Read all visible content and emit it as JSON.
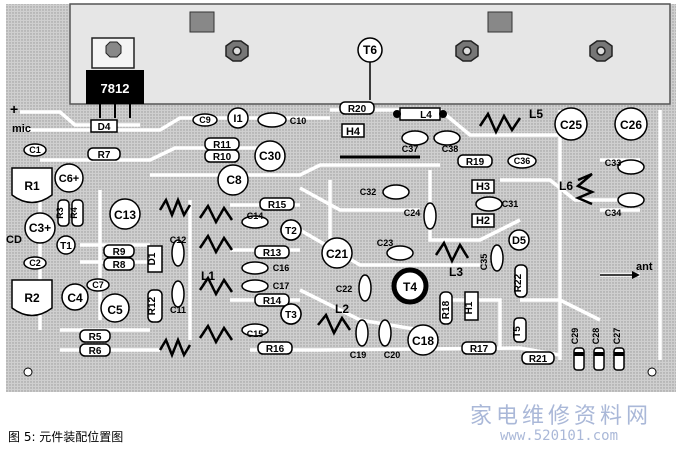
{
  "caption": "图 5: 元件装配位置图",
  "watermark": {
    "site_name": "家电维修资料网",
    "url": "www.520101.com"
  },
  "board": {
    "regulator": "7812",
    "labels": {
      "plus": "+",
      "mic": "mic",
      "cd": "CD",
      "ant": "ant"
    },
    "parts": [
      {
        "id": "d4",
        "text": "D4"
      },
      {
        "id": "c1",
        "text": "C1"
      },
      {
        "id": "r7",
        "text": "R7"
      },
      {
        "id": "r1",
        "text": "R1"
      },
      {
        "id": "c6",
        "text": "C6+"
      },
      {
        "id": "r3",
        "text": "R3"
      },
      {
        "id": "r4",
        "text": "R4"
      },
      {
        "id": "c3",
        "text": "C3+"
      },
      {
        "id": "t1",
        "text": "T1"
      },
      {
        "id": "c2",
        "text": "C2"
      },
      {
        "id": "r2",
        "text": "R2"
      },
      {
        "id": "c4",
        "text": "C4"
      },
      {
        "id": "c7",
        "text": "C7"
      },
      {
        "id": "c5",
        "text": "C5"
      },
      {
        "id": "r5",
        "text": "R5"
      },
      {
        "id": "r6",
        "text": "R6"
      },
      {
        "id": "c13",
        "text": "C13"
      },
      {
        "id": "r9",
        "text": "R9"
      },
      {
        "id": "r8",
        "text": "R8"
      },
      {
        "id": "d1",
        "text": "D1"
      },
      {
        "id": "c12",
        "text": "C12"
      },
      {
        "id": "l1",
        "text": "L1"
      },
      {
        "id": "r12",
        "text": "R12"
      },
      {
        "id": "c11",
        "text": "C11"
      },
      {
        "id": "c9",
        "text": "C9"
      },
      {
        "id": "i1",
        "text": "I1"
      },
      {
        "id": "c10",
        "text": "C10"
      },
      {
        "id": "r11",
        "text": "R11"
      },
      {
        "id": "r10",
        "text": "R10"
      },
      {
        "id": "c30",
        "text": "C30"
      },
      {
        "id": "c8",
        "text": "C8"
      },
      {
        "id": "r15",
        "text": "R15"
      },
      {
        "id": "c14",
        "text": "C14"
      },
      {
        "id": "t2",
        "text": "T2"
      },
      {
        "id": "r13",
        "text": "R13"
      },
      {
        "id": "c16",
        "text": "C16"
      },
      {
        "id": "c17",
        "text": "C17"
      },
      {
        "id": "r14",
        "text": "R14"
      },
      {
        "id": "t3",
        "text": "T3"
      },
      {
        "id": "c15",
        "text": "C15"
      },
      {
        "id": "r16",
        "text": "R16"
      },
      {
        "id": "t6",
        "text": "T6"
      },
      {
        "id": "r20",
        "text": "R20"
      },
      {
        "id": "h4",
        "text": "H4"
      },
      {
        "id": "l4",
        "text": "L4"
      },
      {
        "id": "l5",
        "text": "L5"
      },
      {
        "id": "c25",
        "text": "C25"
      },
      {
        "id": "c26",
        "text": "C26"
      },
      {
        "id": "c37",
        "text": "C37"
      },
      {
        "id": "c38",
        "text": "C38"
      },
      {
        "id": "r19",
        "text": "R19"
      },
      {
        "id": "c36",
        "text": "C36"
      },
      {
        "id": "c33",
        "text": "C33"
      },
      {
        "id": "l6",
        "text": "L6"
      },
      {
        "id": "c32",
        "text": "C32"
      },
      {
        "id": "h3",
        "text": "H3"
      },
      {
        "id": "c31",
        "text": "C31"
      },
      {
        "id": "c24",
        "text": "C24"
      },
      {
        "id": "h2",
        "text": "H2"
      },
      {
        "id": "c34",
        "text": "C34"
      },
      {
        "id": "c21",
        "text": "C21"
      },
      {
        "id": "c23",
        "text": "C23"
      },
      {
        "id": "l3",
        "text": "L3"
      },
      {
        "id": "d5",
        "text": "D5"
      },
      {
        "id": "c22",
        "text": "C22"
      },
      {
        "id": "t4",
        "text": "T4"
      },
      {
        "id": "c35",
        "text": "C35"
      },
      {
        "id": "r22",
        "text": "R22"
      },
      {
        "id": "l2",
        "text": "L2"
      },
      {
        "id": "r18",
        "text": "R18"
      },
      {
        "id": "h1",
        "text": "H1"
      },
      {
        "id": "t5",
        "text": "T5"
      },
      {
        "id": "c19",
        "text": "C19"
      },
      {
        "id": "c20",
        "text": "C20"
      },
      {
        "id": "c18",
        "text": "C18"
      },
      {
        "id": "r17",
        "text": "R17"
      },
      {
        "id": "r21",
        "text": "R21"
      },
      {
        "id": "c29",
        "text": "C29"
      },
      {
        "id": "c28",
        "text": "C28"
      },
      {
        "id": "c27",
        "text": "C27"
      }
    ]
  }
}
